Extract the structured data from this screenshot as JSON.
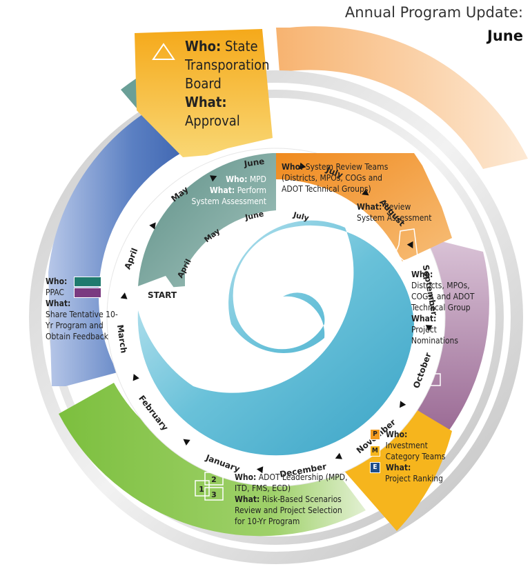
{
  "header": {
    "line1": "Annual Program Update:",
    "line2": "June"
  },
  "start_label": "START",
  "outer_months": [
    "June",
    "July",
    "August",
    "September",
    "October",
    "November",
    "December",
    "January",
    "February",
    "March",
    "April",
    "May"
  ],
  "inner_months": [
    "April",
    "May",
    "June",
    "July"
  ],
  "stages": {
    "board": {
      "who_label": "Who:",
      "who": "State Transporation Board",
      "what_label": "What:",
      "what": "Approval"
    },
    "mpd": {
      "who_label": "Who:",
      "who": "MPD",
      "what_label": "What:",
      "what": "Perform System Assessment"
    },
    "review_teams": {
      "who_label": "Who:",
      "who": "System Review Teams (Districts, MPOs, COGs and ADOT Technical Groups)",
      "what_label": "What:",
      "what": "Review System Assessment"
    },
    "districts": {
      "who_label": "Who:",
      "who": "Districts, MPOs, COGs, and ADOT Technical Group",
      "what_label": "What:",
      "what": "Project Nominations"
    },
    "investment": {
      "who_label": "Who:",
      "who": "Investment Category Teams",
      "what_label": "What:",
      "what": "Project Ranking",
      "badges": [
        "P",
        "M",
        "E"
      ]
    },
    "leadership": {
      "who_label": "Who:",
      "who": "ADOT Leadership (MPD, ITD, FMS, ECD)",
      "what_label": "What:",
      "what": "Risk-Based Scenarios Review and Project Selection for 10-Yr Program",
      "icon_numbers": [
        "1",
        "2",
        "3"
      ]
    },
    "ppac": {
      "who_label": "Who:",
      "who": "PPAC",
      "what_label": "What:",
      "what": "Share Tentative 10-Yr Program and Obtain Feedback"
    }
  },
  "colors": {
    "board": "#f6b51d",
    "mpd": "#5e8f86",
    "review": "#f08a1e",
    "districts": "#a5779e",
    "investment": "#f6b51d",
    "leadership": "#86c04a",
    "ppac": "#4a70b8",
    "spiral": "#5bbcd6",
    "teal_swatch": "#1f7a6e",
    "purple_swatch": "#7a3a80",
    "badge_p": "#f39a1e",
    "badge_m": "#f6b51d",
    "badge_e": "#1f4e8a"
  }
}
